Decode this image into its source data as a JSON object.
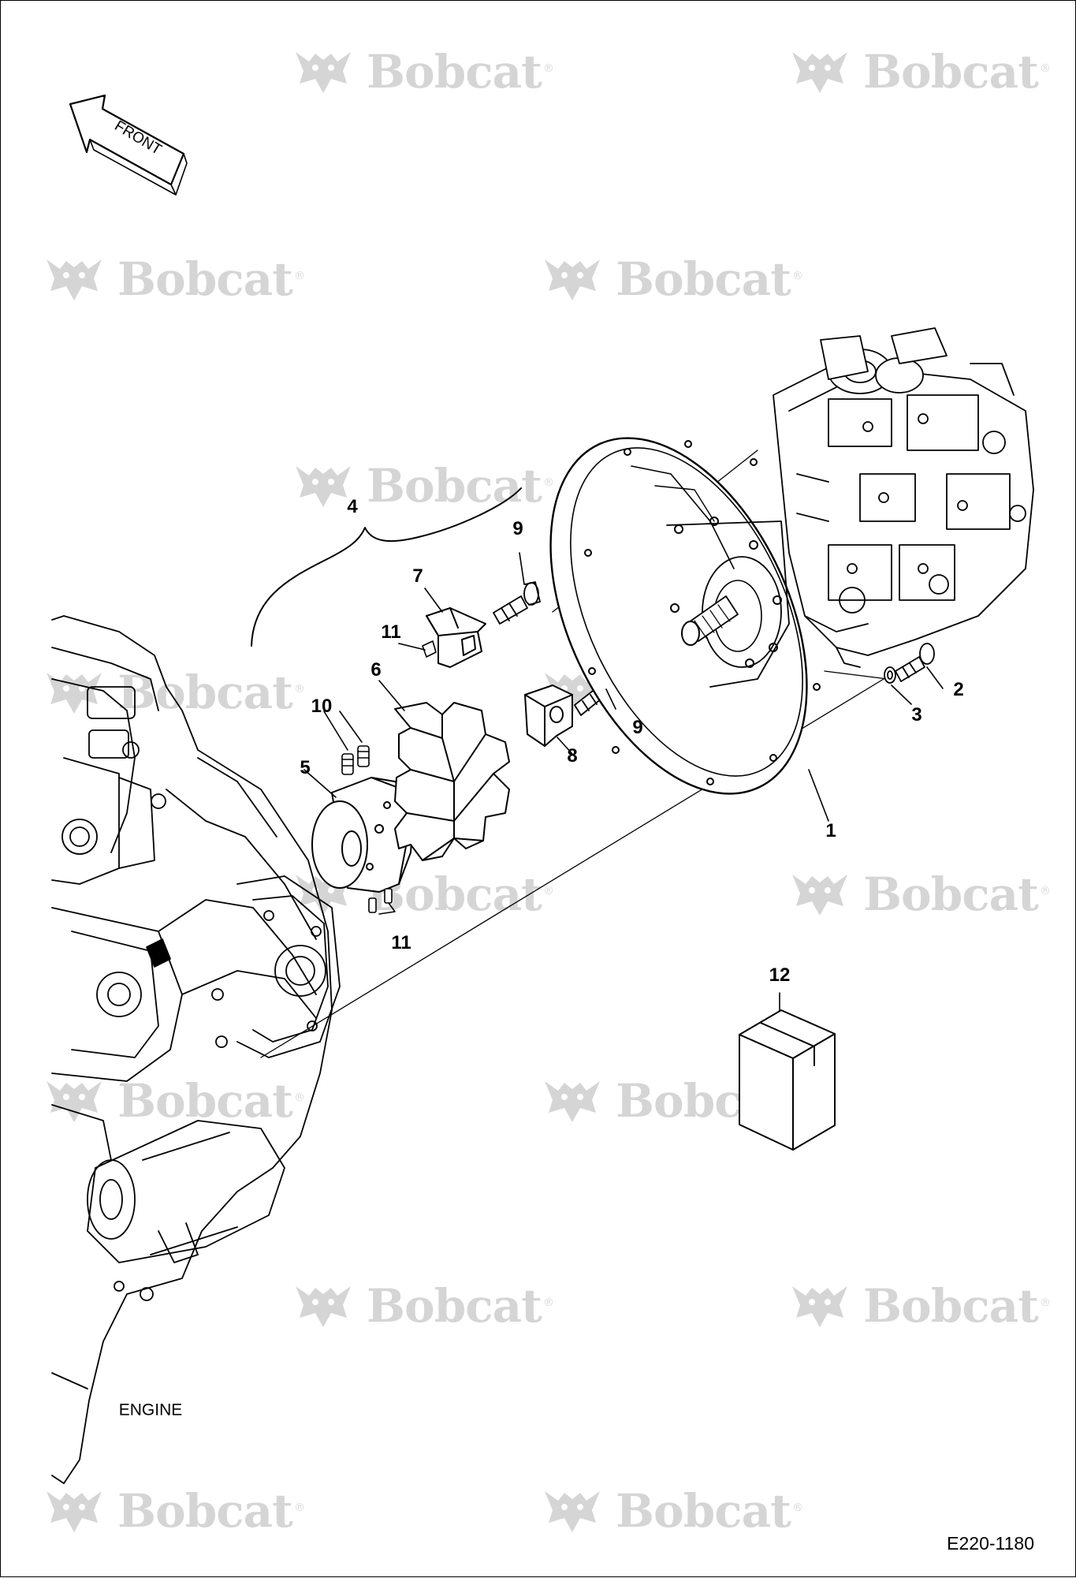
{
  "watermark": {
    "text": "Bobcat"
  },
  "front_label": "FRONT",
  "engine_label": "ENGINE",
  "figure_id": "E220-1180",
  "callouts": [
    "1",
    "2",
    "3",
    "4",
    "5",
    "6",
    "7",
    "8",
    "9",
    "9",
    "10",
    "11",
    "11",
    "12"
  ]
}
